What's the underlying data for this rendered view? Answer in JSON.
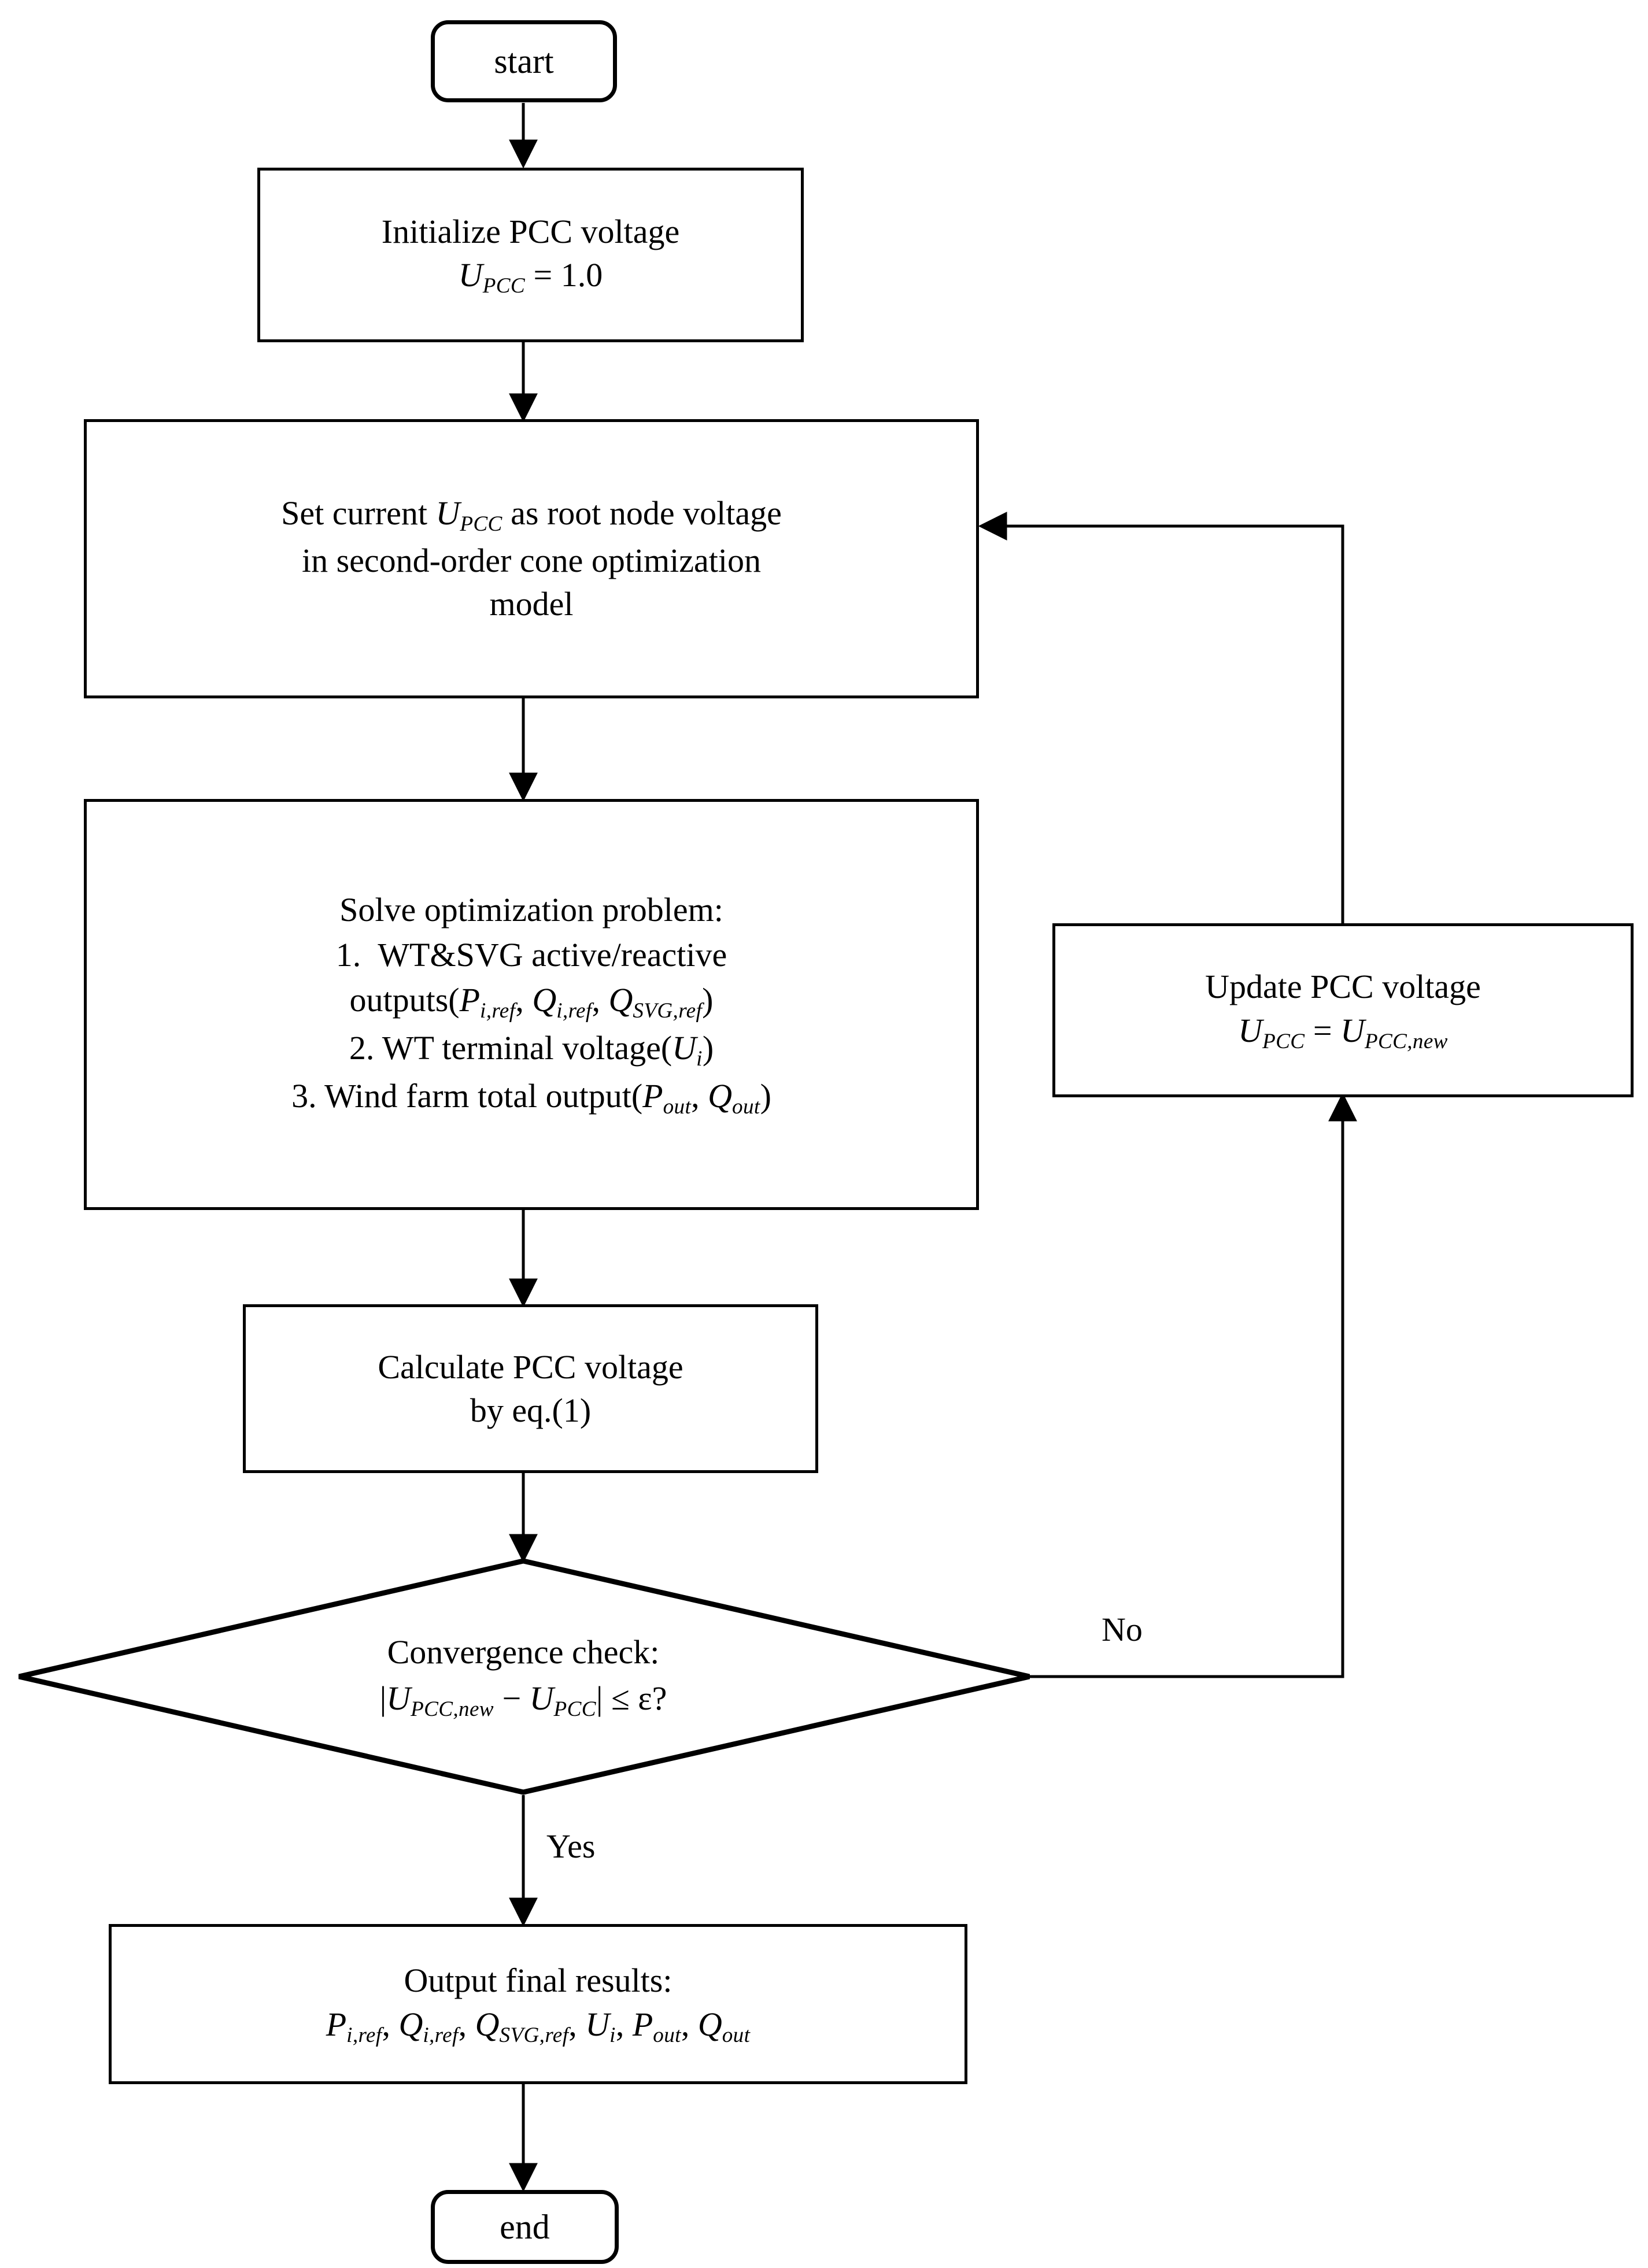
{
  "diagram": {
    "type": "flowchart",
    "title": "PCC voltage iterative optimization flowchart",
    "orientation": "top-to-bottom",
    "line_color": "#000000",
    "fill_color": "#ffffff"
  },
  "nodes": {
    "start": {
      "shape": "terminal",
      "label": "start"
    },
    "initialize": {
      "shape": "process",
      "line1": "Initialize PCC voltage",
      "line2_var": "U",
      "line2_sub": "PCC",
      "line2_rest": " = 1.0"
    },
    "set_root": {
      "shape": "process",
      "line1_pre": "Set current ",
      "line1_var": "U",
      "line1_sub": "PCC",
      "line1_post": " as root node voltage",
      "line2": "in second-order cone optimization",
      "line3": "model"
    },
    "solve": {
      "shape": "process",
      "header": "Solve optimization problem:",
      "item1_num": "1.",
      "item1_text": "WT&SVG active/reactive",
      "item1_cont_pre": "outputs(",
      "item1_v1": "P",
      "item1_v1sub": "i,ref",
      "item1_sep1": ", ",
      "item1_v2": "Q",
      "item1_v2sub": "i,ref",
      "item1_sep2": ", ",
      "item1_v3": "Q",
      "item1_v3sub": "SVG,ref",
      "item1_cont_post": ")",
      "item2_pre": "2. WT terminal voltage(",
      "item2_v1": "U",
      "item2_v1sub": "i",
      "item2_post": ")",
      "item3_pre": "3. Wind farm total output(",
      "item3_v1": "P",
      "item3_v1sub": "out",
      "item3_sep": ", ",
      "item3_v2": "Q",
      "item3_v2sub": "out",
      "item3_post": ")"
    },
    "calculate": {
      "shape": "process",
      "line1": "Calculate PCC voltage",
      "line2": "by eq.(1)"
    },
    "decision": {
      "shape": "diamond",
      "line1": "Convergence check:",
      "line2_open": "|",
      "line2_v1": "U",
      "line2_v1sub": "PCC,new",
      "line2_minus": " − ",
      "line2_v2": "U",
      "line2_v2sub": "PCC",
      "line2_close": "| ≤ ε?"
    },
    "update": {
      "shape": "process",
      "line1": "Update PCC voltage",
      "line2_v1": "U",
      "line2_v1sub": "PCC",
      "line2_eq": " = ",
      "line2_v2": "U",
      "line2_v2sub": "PCC,new"
    },
    "output": {
      "shape": "process",
      "line1": "Output final results:",
      "r1": "P",
      "r1sub": "i,ref",
      "sep1": ", ",
      "r2": "Q",
      "r2sub": "i,ref",
      "sep2": ", ",
      "r3": "Q",
      "r3sub": "SVG,ref",
      "sep3": ", ",
      "r4": "U",
      "r4sub": "i",
      "sep4": ", ",
      "r5": "P",
      "r5sub": "out",
      "sep5": ", ",
      "r6": "Q",
      "r6sub": "out"
    },
    "end": {
      "shape": "terminal",
      "label": "end"
    }
  },
  "edges": {
    "no_label": "No",
    "yes_label": "Yes"
  }
}
